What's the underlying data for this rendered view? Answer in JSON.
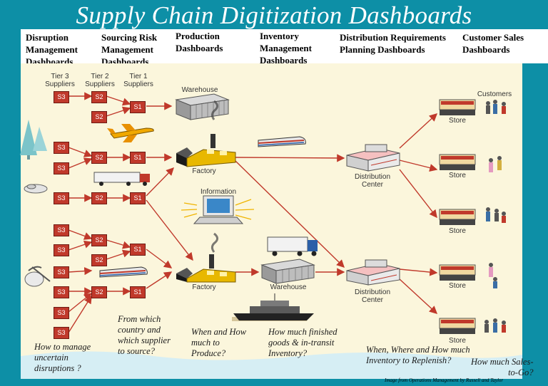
{
  "title": "Supply Chain Digitization Dashboards",
  "headers": [
    "Disruption\nManagement\nDashboards",
    "Sourcing Risk\nManagement\nDashboards",
    "Production\nDashboards",
    "Inventory\nManagement\nDashboards",
    "Distribution Requirements\nPlanning Dashboards",
    "Customer Sales\nDashboards"
  ],
  "tier_labels": [
    "Tier 3\nSuppliers",
    "Tier 2\nSuppliers",
    "Tier 1\nSuppliers"
  ],
  "node_labels": {
    "s3": "S3",
    "s2": "S2",
    "s1": "S1"
  },
  "labels": {
    "warehouse": "Warehouse",
    "factory": "Factory",
    "information": "Information",
    "distribution_center": "Distribution\nCenter",
    "store": "Store",
    "customers": "Customers"
  },
  "questions": [
    "How to manage\nuncertain\ndisruptions ?",
    "From which\ncountry and\nwhich supplier\nto source?",
    "When and How\nmuch  to\nProduce?",
    "How much finished\ngoods & in-transit\nInventory?",
    "When, Where and How much\nInventory  to Replenish?",
    "How much Sales-\nto-Go?"
  ],
  "footnote": "Image from Operations Management by Russell and Taylor",
  "colors": {
    "background": "#0d8fa6",
    "panel": "#fbf6dc",
    "supplier_node": "#c0392b",
    "arrow": "#c0392b",
    "factory": "#e8b800"
  }
}
